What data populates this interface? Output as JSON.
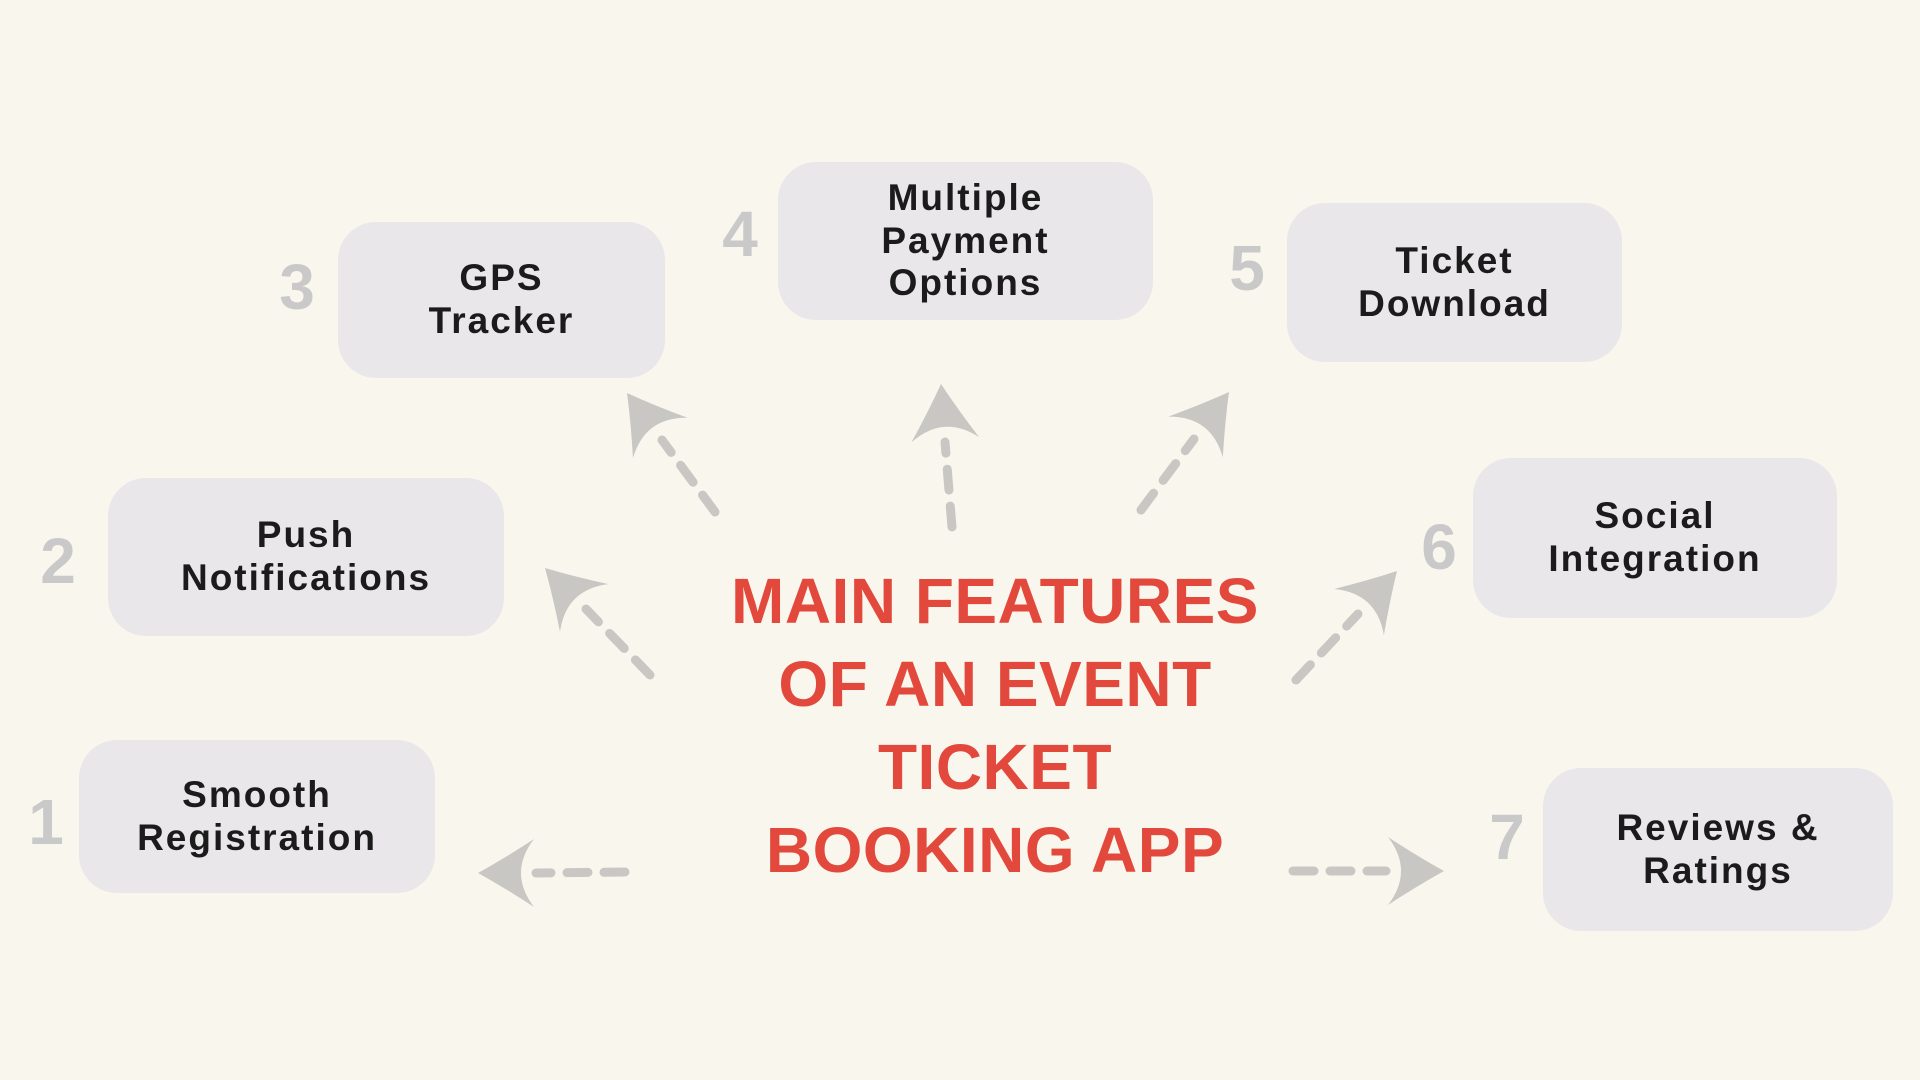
{
  "title": {
    "lines": [
      "MAIN FEATURES",
      "OF AN EVENT",
      "TICKET",
      "BOOKING APP"
    ],
    "color": "#E2493C"
  },
  "features": [
    {
      "number": "1",
      "lines": [
        "Smooth",
        "Registration"
      ]
    },
    {
      "number": "2",
      "lines": [
        "Push",
        "Notifications"
      ]
    },
    {
      "number": "3",
      "lines": [
        "GPS",
        "Tracker"
      ]
    },
    {
      "number": "4",
      "lines": [
        "Multiple",
        "Payment",
        "Options"
      ]
    },
    {
      "number": "5",
      "lines": [
        "Ticket",
        "Download"
      ]
    },
    {
      "number": "6",
      "lines": [
        "Social",
        "Integration"
      ]
    },
    {
      "number": "7",
      "lines": [
        "Reviews &",
        "Ratings"
      ]
    }
  ],
  "style": {
    "background_color": "#F9F7ED",
    "box_fill_color": "#E9E7E9",
    "box_text_color": "#1B1B1B",
    "number_color": "#C9C9C9",
    "arrow_color": "#C9C7C3"
  }
}
